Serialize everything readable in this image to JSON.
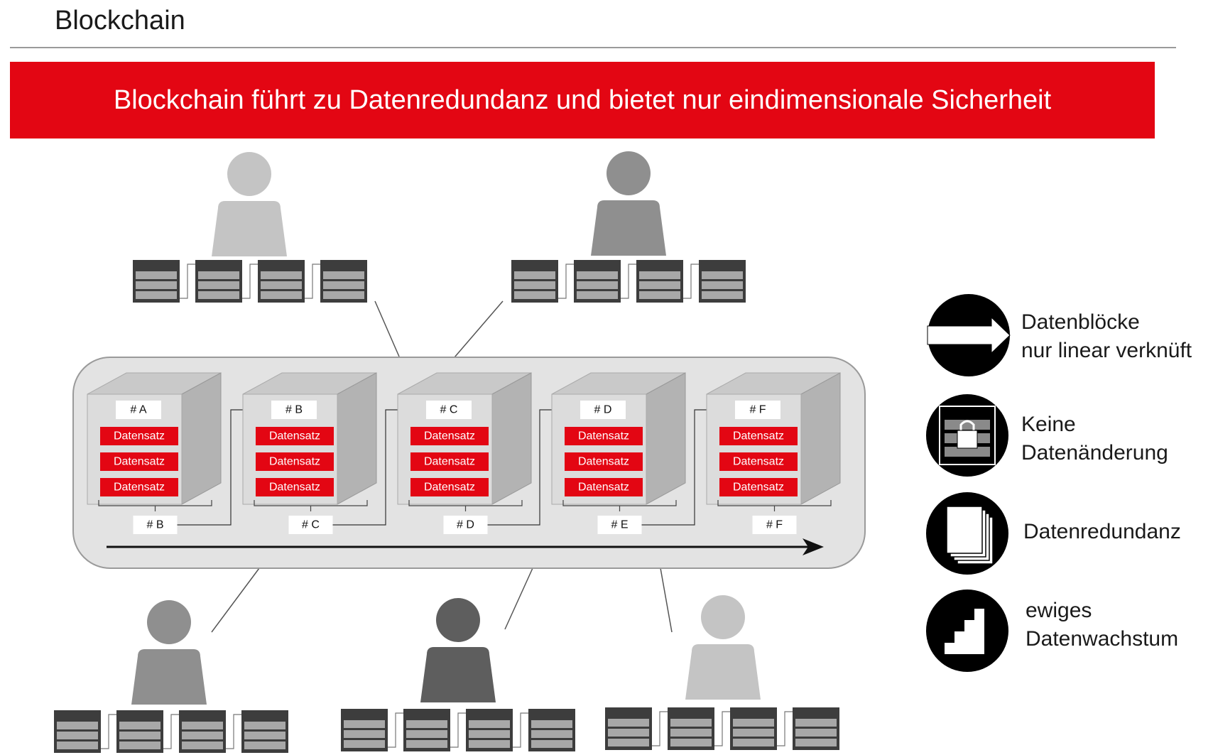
{
  "header": {
    "title": "Blockchain"
  },
  "banner": {
    "text": "Blockchain führt zu Datenredundanz und bietet nur eindimensionale Sicherheit"
  },
  "blocks": [
    {
      "hash": "# A",
      "records": [
        "Datensatz",
        "Datensatz",
        "Datensatz"
      ],
      "prev_hash": "# B"
    },
    {
      "hash": "# B",
      "records": [
        "Datensatz",
        "Datensatz",
        "Datensatz"
      ],
      "prev_hash": "# C"
    },
    {
      "hash": "# C",
      "records": [
        "Datensatz",
        "Datensatz",
        "Datensatz"
      ],
      "prev_hash": "# D"
    },
    {
      "hash": "# D",
      "records": [
        "Datensatz",
        "Datensatz",
        "Datensatz"
      ],
      "prev_hash": "# E"
    },
    {
      "hash": "# F",
      "records": [
        "Datensatz",
        "Datensatz",
        "Datensatz"
      ],
      "prev_hash": "# F"
    }
  ],
  "legend": [
    {
      "icon": "arrow-right-icon",
      "lines": [
        "Datenblöcke",
        "nur linear verknüft"
      ]
    },
    {
      "icon": "lock-icon",
      "lines": [
        "Keine",
        "Datenänderung"
      ]
    },
    {
      "icon": "documents-stack-icon",
      "lines": [
        "Datenredundanz"
      ]
    },
    {
      "icon": "stairs-icon",
      "lines": [
        "ewiges",
        "Datenwachstum"
      ]
    }
  ],
  "colors": {
    "accent": "#e30613",
    "person_light": "#c4c4c4",
    "person_mid": "#8f8f8f",
    "person_dark": "#5e5e5e",
    "chain_panel": "#e3e3e3"
  }
}
